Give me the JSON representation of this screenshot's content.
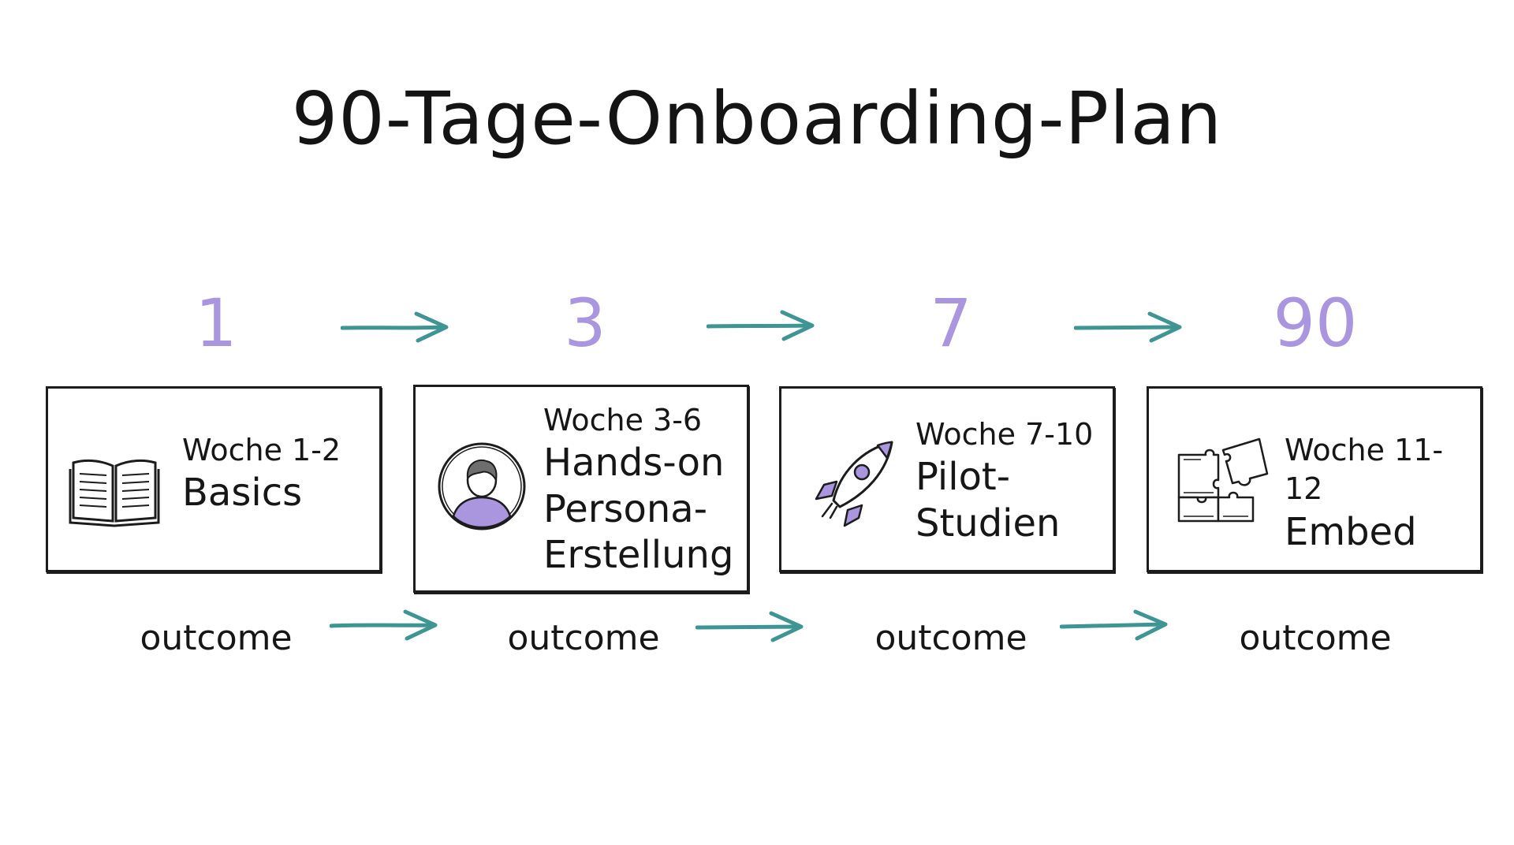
{
  "title": "90-Tage-Onboarding-Plan",
  "colors": {
    "accent_purple": "#a996df",
    "arrow_teal": "#3e9593",
    "ink": "#161616"
  },
  "steps": [
    {
      "day": "1",
      "week": "Woche 1-2",
      "label_lines": [
        "Basics"
      ],
      "icon": "open-book-icon",
      "outcome": "outcome"
    },
    {
      "day": "3",
      "week": "Woche 3-6",
      "label_lines": [
        "Hands-on",
        "Persona-",
        "Erstellung"
      ],
      "icon": "person-avatar-icon",
      "outcome": "outcome"
    },
    {
      "day": "7",
      "week": "Woche 7-10",
      "label_lines": [
        "Pilot-",
        "Studien"
      ],
      "icon": "rocket-icon",
      "outcome": "outcome"
    },
    {
      "day": "90",
      "week": "Woche 11-12",
      "label_lines": [
        "Embed"
      ],
      "icon": "puzzle-icon",
      "outcome": "outcome"
    }
  ]
}
